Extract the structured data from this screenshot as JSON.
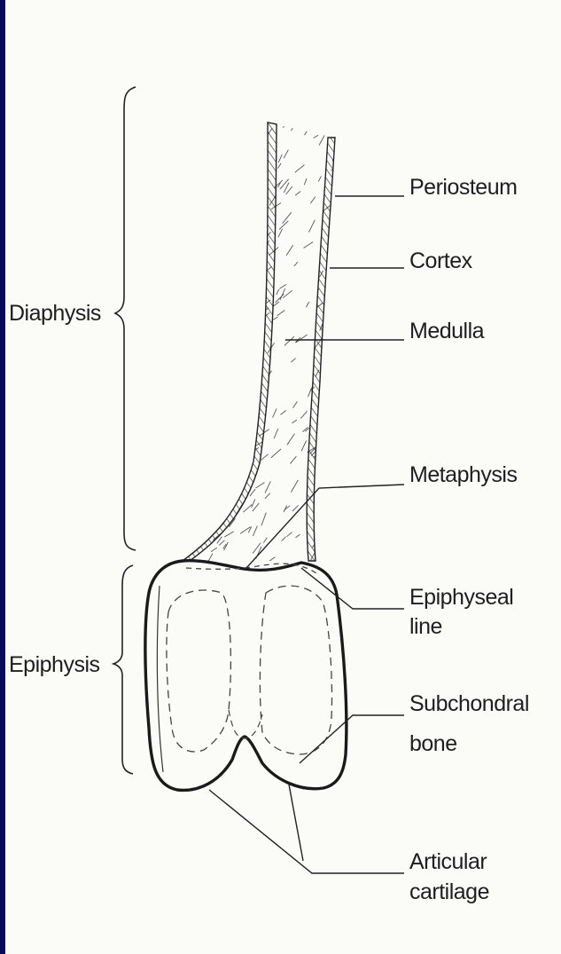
{
  "colors": {
    "frame": "#0a0a5c",
    "paper": "#fbfbf8",
    "ink": "#1e1e1e"
  },
  "regions": {
    "diaphysis": "Diaphysis",
    "epiphysis": "Epiphysis"
  },
  "labels": {
    "periosteum": "Periosteum",
    "cortex": "Cortex",
    "medulla": "Medulla",
    "metaphysis": "Metaphysis",
    "epiphyseal_line_1": "Epiphyseal",
    "epiphyseal_line_2": "line",
    "subchondral_bone_1": "Subchondral",
    "subchondral_bone_2": "bone",
    "articular_cartilage_1": "Articular",
    "articular_cartilage_2": "cartilage"
  }
}
